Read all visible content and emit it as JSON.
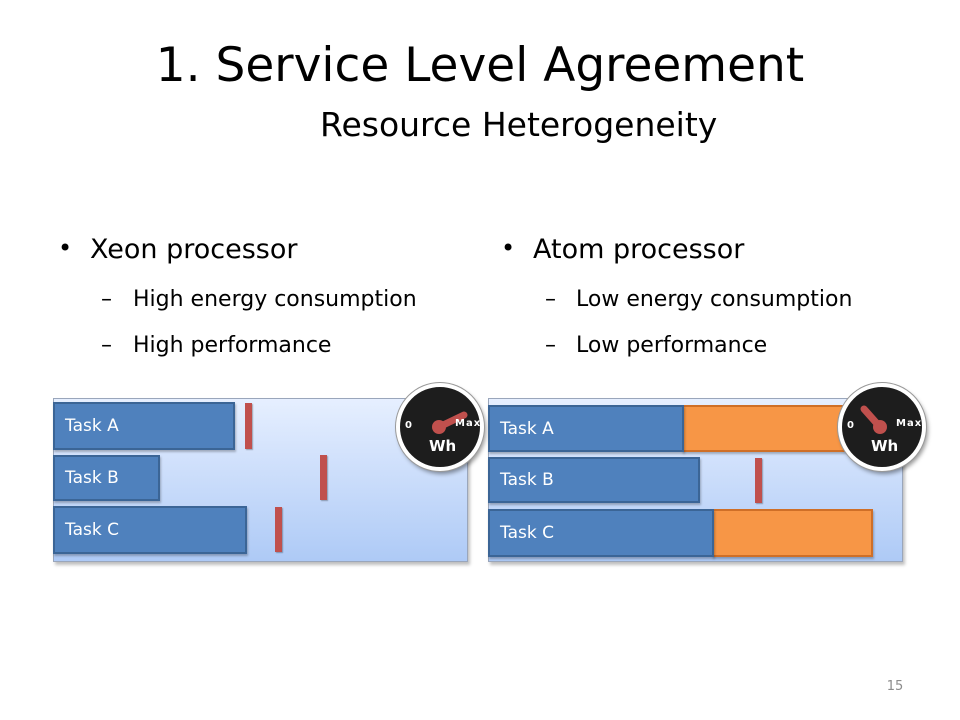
{
  "slide": {
    "title": "1. Service Level Agreement",
    "subtitle": "Resource Heterogeneity",
    "page_number": "15"
  },
  "left": {
    "heading": "Xeon processor",
    "points": [
      "High energy consumption",
      "High performance"
    ],
    "tasks": [
      "Task A",
      "Task B",
      "Task C"
    ],
    "gauge": {
      "zero": "0",
      "max": "Max",
      "unit": "Wh",
      "needle": "high"
    }
  },
  "right": {
    "heading": "Atom processor",
    "points": [
      "Low energy consumption",
      "Low performance"
    ],
    "tasks": [
      "Task A",
      "Task B",
      "Task C"
    ],
    "gauge": {
      "zero": "0",
      "max": "Max",
      "unit": "Wh",
      "needle": "low"
    }
  },
  "colors": {
    "task": "#4f81bd",
    "overrun": "#f79646",
    "deadline": "#c0504d",
    "panel": "#aecaf6"
  },
  "glyphs": {
    "bullet": "•",
    "dash": "–"
  }
}
